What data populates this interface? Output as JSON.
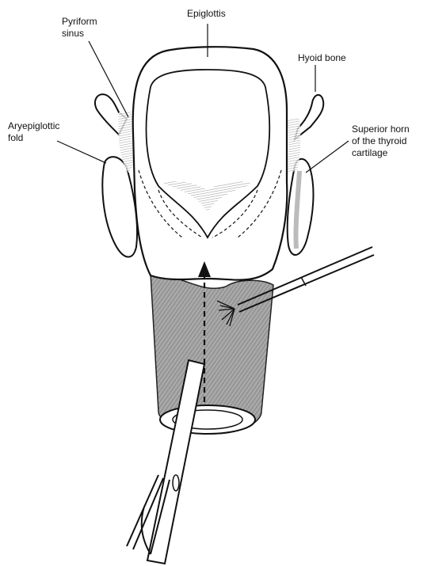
{
  "diagram": {
    "labels": {
      "epiglottis": "Epiglottis",
      "pyriform_sinus_line1": "Pyriform",
      "pyriform_sinus_line2": "sinus",
      "hyoid_bone": "Hyoid bone",
      "aryepiglottic_line1": "Aryepiglottic",
      "aryepiglottic_line2": "fold",
      "superior_horn_line1": "Superior horn",
      "superior_horn_line2": "of the thyroid",
      "superior_horn_line3": "cartilage"
    }
  }
}
